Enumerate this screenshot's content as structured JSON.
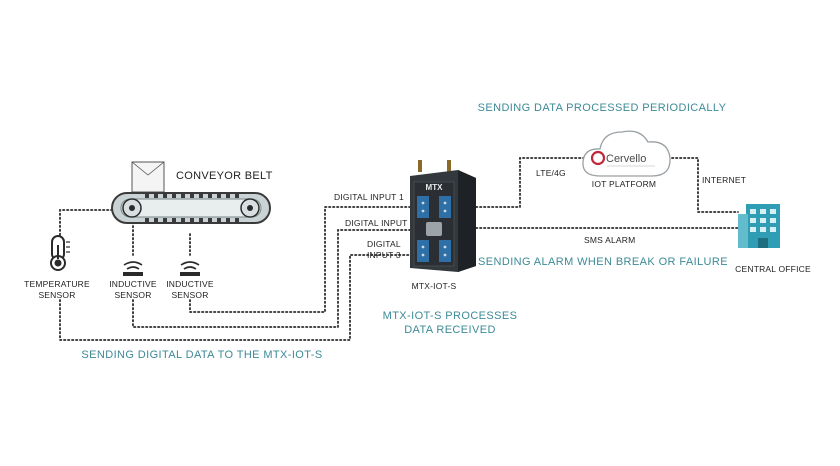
{
  "labels": {
    "conveyor_belt": "CONVEYOR BELT",
    "temperature_sensor": [
      "TEMPERATURE",
      "SENSOR"
    ],
    "inductive_sensor_1": [
      "INDUCTIVE",
      "SENSOR"
    ],
    "inductive_sensor_2": [
      "INDUCTIVE",
      "SENSOR"
    ],
    "digital_input_1": "DIGITAL INPUT 1",
    "digital_input_2": "DIGITAL INPUT 2",
    "digital_input_3": [
      "DIGITAL",
      "INPUT 3"
    ],
    "device_name": "MTX-IOT-S",
    "device_logo": "MTX",
    "lte": "LTE/4G",
    "iot_platform": "IOT PLATFORM",
    "cervello": "Cervello",
    "internet": "INTERNET",
    "sms_alarm": "SMS ALARM",
    "central_office": "CENTRAL OFFICE"
  },
  "captions": {
    "sending_processed": "SENDING DATA PROCESSED PERIODICALLY",
    "sending_alarm": "SENDING ALARM WHEN BREAK OR FAILURE",
    "processes": [
      "MTX-IOT-S PROCESSES",
      "DATA RECEIVED"
    ],
    "sending_digital": "SENDING DIGITAL DATA TO THE MTX-IOT-S"
  },
  "colors": {
    "teal": "#3c8a96",
    "belt": "#c9d3d6",
    "office": "#2f9db3",
    "cervello_red": "#c0283a",
    "device": "#2b2f33"
  }
}
